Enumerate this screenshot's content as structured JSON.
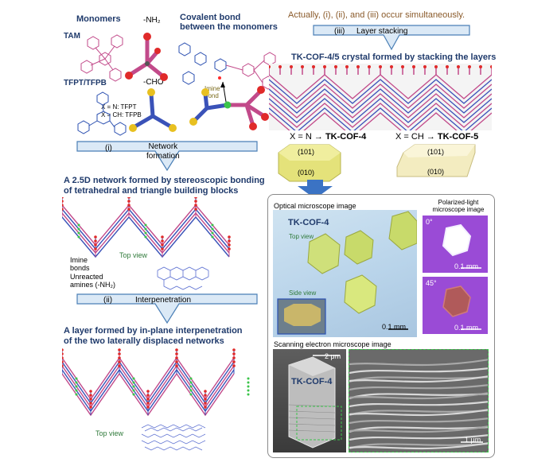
{
  "monomers": {
    "heading": "Monomers",
    "tam": "TAM",
    "nh2": "-NH₂",
    "tfpt_tfpb": "TFPT/TFPB",
    "cho": "-CHO",
    "x_n": "X = N: TFPT",
    "x_ch": "X = CH: TFPB",
    "covalent_bond": "Covalent bond\nbetween the monomers",
    "imine_bond": "Imine\nbond"
  },
  "steps": {
    "step1_num": "(i)",
    "step1": "Network\nformation",
    "step2_num": "(ii)",
    "step2": "Interpenetration",
    "step3_num": "(iii)",
    "step3": "Layer stacking",
    "simultaneous": "Actually, (i), (ii), and (iii) occur simultaneously."
  },
  "network": {
    "title": "A 2.5D network formed by stereoscopic bonding\nof tetrahedral and triangle building blocks",
    "imine_bonds": "Imine\nbonds",
    "unreacted": "Unreacted\namines (-NH₂)",
    "top_view": "Top view"
  },
  "layer": {
    "title": "A layer formed by in-plane interpenetration\nof the two laterally displaced networks",
    "top_view": "Top view"
  },
  "crystal": {
    "title": "TK-COF-4/5 crystal formed by stacking the layers",
    "cof4_prefix": "X = N → ",
    "cof4_name": "TK-COF-4",
    "cof5_prefix": "X = CH → ",
    "cof5_name": "TK-COF-5",
    "face_101": "(101)",
    "face_010": "(010)"
  },
  "optical": {
    "title": "Optical microscope image",
    "sample": "TK-COF-4",
    "top_view": "Top view",
    "side_view": "Side view",
    "scale": "0.1 mm"
  },
  "polarized": {
    "title": "Polarized-light\nmicroscope image",
    "angle0": "0°",
    "angle45": "45°",
    "scale": "0.1 mm"
  },
  "sem": {
    "title": "Scanning electron microscope image",
    "sample": "TK-COF-4",
    "scale1": "2 μm",
    "scale2": "1 μm"
  },
  "colors": {
    "navy": "#1f3a6b",
    "arrow_fill": "#dbe9f6",
    "arrow_stroke": "#4a7fb6",
    "blue_arrow": "#3b73c4",
    "crystal_yellow": "#e4e27a",
    "crystal_cream": "#f3ecc0",
    "purple": "#8a4fd0",
    "brown_text": "#8a5a2a"
  }
}
